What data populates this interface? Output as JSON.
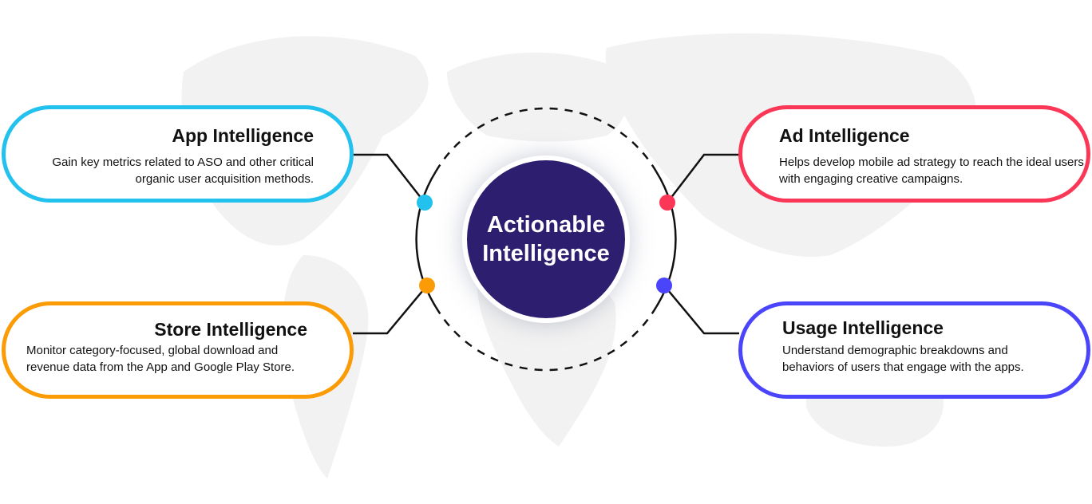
{
  "center": {
    "line1": "Actionable",
    "line2": "Intelligence"
  },
  "cards": {
    "app": {
      "title": "App Intelligence",
      "desc": "Gain key metrics related to ASO and other critical organic user acquisition methods.",
      "color": "#22c1ee"
    },
    "ad": {
      "title": "Ad Intelligence",
      "desc": "Helps develop mobile ad strategy to reach the ideal users with engaging creative campaigns.",
      "color": "#fb3757"
    },
    "store": {
      "title": "Store Intelligence",
      "desc": "Monitor category-focused, global download and revenue data from the App and Google Play Store.",
      "color": "#fb9b05"
    },
    "usage": {
      "title": "Usage Intelligence",
      "desc": "Understand demographic breakdowns and behaviors of users that engage with the apps.",
      "color": "#4a44fb"
    }
  }
}
